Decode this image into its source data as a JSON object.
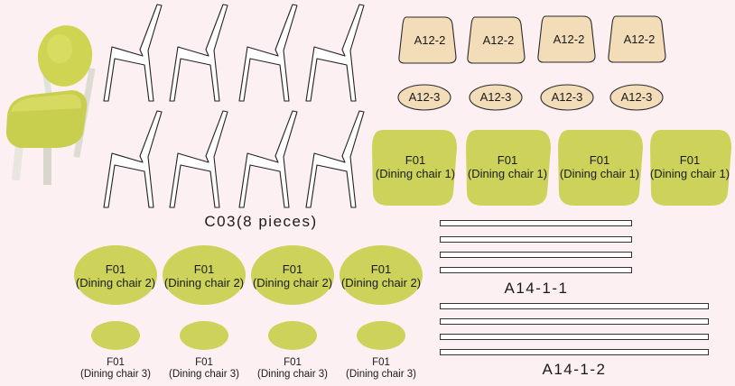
{
  "captions": {
    "c03": "C03(8 pieces)",
    "a14_1_1": "A14-1-1",
    "a14_1_2": "A14-1-2"
  },
  "a12_2": {
    "label": "A12-2",
    "count": 4
  },
  "a12_3": {
    "label": "A12-3",
    "count": 4
  },
  "f01_chair1": {
    "code": "F01",
    "name": "(Dining chair 1)",
    "count": 4
  },
  "f01_chair2": {
    "code": "F01",
    "name": "(Dining chair 2)",
    "count": 4
  },
  "f01_chair3": {
    "code": "F01",
    "name": "(Dining chair 3)",
    "count": 4
  },
  "colors": {
    "background": "#fcf0f3",
    "tan_piece": "#f3dcb8",
    "green_piece": "#cdd35a"
  }
}
